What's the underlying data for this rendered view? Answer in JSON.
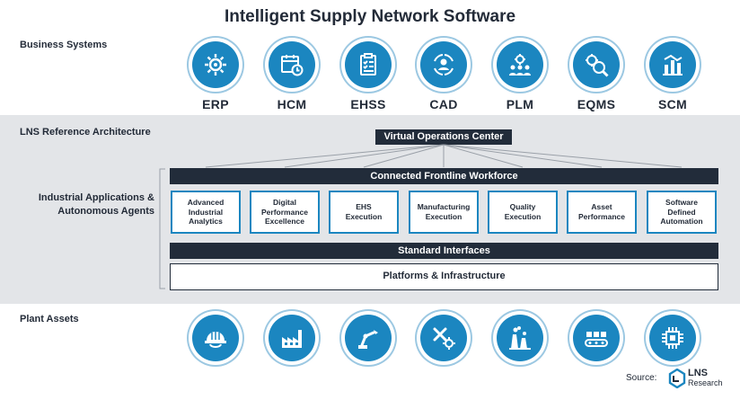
{
  "title": "Intelligent Supply Network Software",
  "sections": {
    "business": "Business Systems",
    "reference": "LNS Reference Architecture",
    "industrial": "Industrial Applications &\nAutonomous Agents",
    "plant": "Plant Assets"
  },
  "business_systems": [
    {
      "label": "ERP",
      "icon": "gear-icon"
    },
    {
      "label": "HCM",
      "icon": "calendar-icon"
    },
    {
      "label": "EHSS",
      "icon": "clipboard-icon"
    },
    {
      "label": "CAD",
      "icon": "user-cycle-icon"
    },
    {
      "label": "PLM",
      "icon": "team-gear-icon"
    },
    {
      "label": "EQMS",
      "icon": "magnify-gear-icon"
    },
    {
      "label": "SCM",
      "icon": "supply-chart-icon"
    }
  ],
  "architecture": {
    "voc": "Virtual Operations Center",
    "frontline": "Connected Frontline Workforce",
    "apps": [
      "Advanced\nIndustrial\nAnalytics",
      "Digital\nPerformance\nExcellence",
      "EHS\nExecution",
      "Manufacturing\nExecution",
      "Quality\nExecution",
      "Asset\nPerformance",
      "Software\nDefined\nAutomation"
    ],
    "interfaces": "Standard Interfaces",
    "platforms": "Platforms & Infrastructure"
  },
  "plant_assets": [
    {
      "icon": "hard-hat-icon"
    },
    {
      "icon": "factory-icon"
    },
    {
      "icon": "robot-arm-icon"
    },
    {
      "icon": "tools-gear-icon"
    },
    {
      "icon": "plant-stacks-icon"
    },
    {
      "icon": "conveyor-icon"
    },
    {
      "icon": "chip-icon"
    }
  ],
  "footer": {
    "source": "Source:",
    "logo_name": "LNS",
    "logo_sub": "Research"
  },
  "colors": {
    "accent": "#1b86c0",
    "dark": "#222c3a",
    "band": "#e3e5e8"
  }
}
